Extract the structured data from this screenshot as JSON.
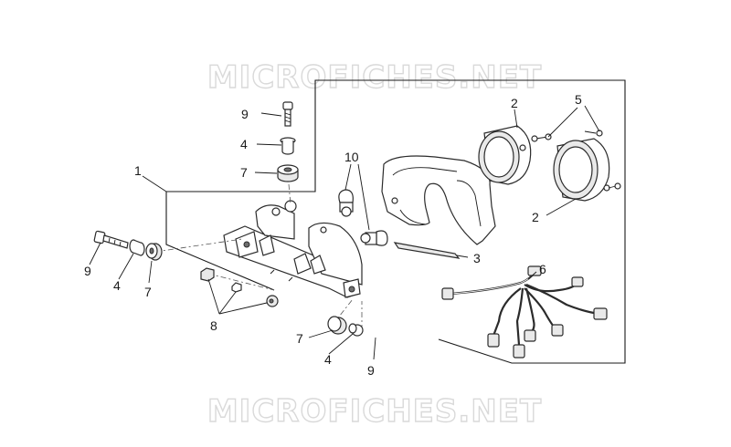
{
  "watermark": {
    "top": "MICROFICHES.NET",
    "bottom": "MICROFICHES.NET"
  },
  "callouts": {
    "c1": "1",
    "c2a": "2",
    "c2b": "2",
    "c3": "3",
    "c4a": "4",
    "c4b": "4",
    "c4c": "4",
    "c5": "5",
    "c6": "6",
    "c7a": "7",
    "c7b": "7",
    "c7c": "7",
    "c8": "8",
    "c9a": "9",
    "c9b": "9",
    "c9c": "9",
    "c10": "10"
  }
}
